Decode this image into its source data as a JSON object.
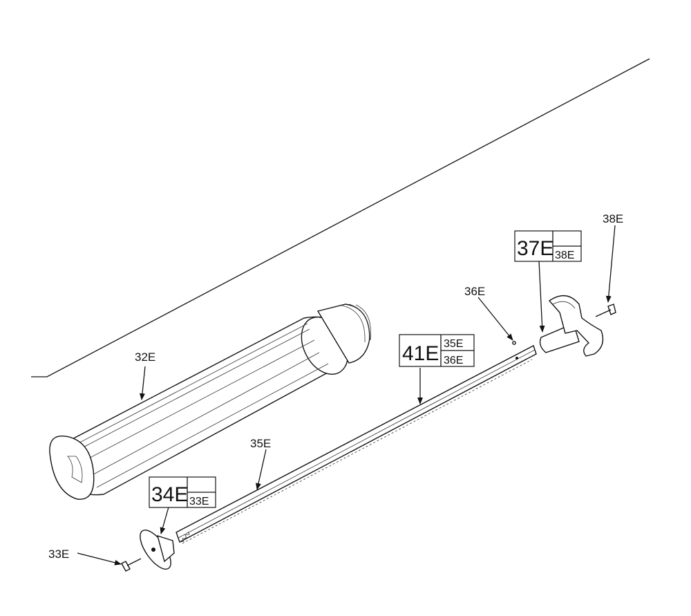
{
  "labels": {
    "l32E": "32E",
    "l33E": "33E",
    "l35E": "35E",
    "l36E": "36E",
    "l38E": "38E"
  },
  "kits": {
    "k34": {
      "main": "34E",
      "sub1": "33E"
    },
    "k37": {
      "main": "37E",
      "sub1": "38E"
    },
    "k41": {
      "main": "41E",
      "sub1": "35E",
      "sub2": "36E"
    }
  }
}
